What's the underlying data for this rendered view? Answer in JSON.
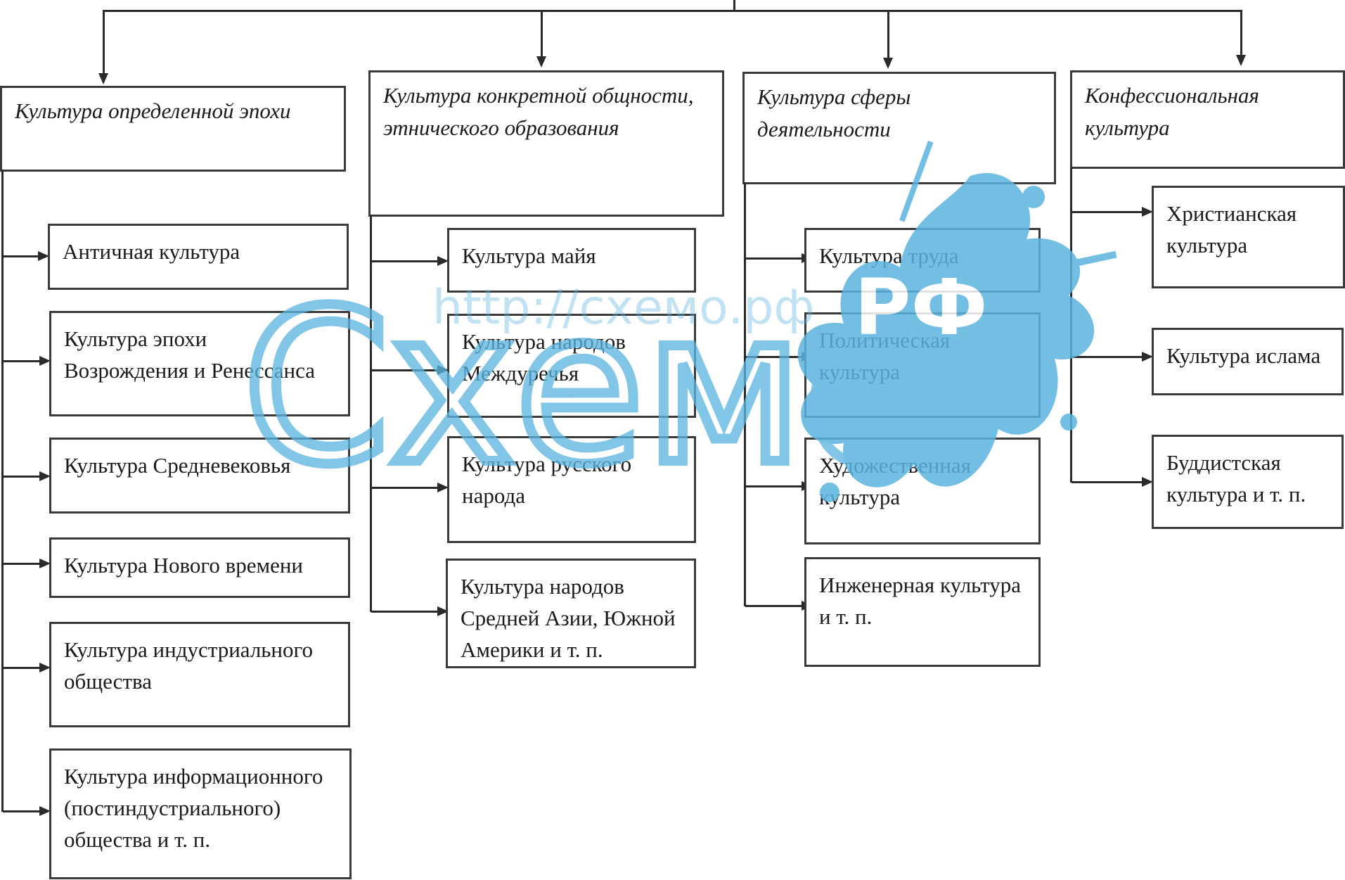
{
  "diagram": {
    "columns": [
      {
        "header": "Культура определенной эпохи",
        "items": [
          "Античная культура",
          "Культура эпохи\nВозрождения и Ренессанса",
          "Культура  Средневековья",
          "Культура  Нового времени",
          "Культура индустриального\nобщества",
          "Культура информационного\n(постиндустриального)\nобщества и т. п."
        ]
      },
      {
        "header": "Культура конкретной общности,\nэтнического образования",
        "items": [
          "Культура майя",
          "Культура народов\nМеждуречья",
          "Культура русского\nнарода",
          "Культура народов\nСредней Азии, Южной\nАмерики и т. п."
        ]
      },
      {
        "header": "Культура сферы\nдеятельности",
        "items": [
          "Культура труда",
          "Политическая\nкультура",
          "Художественная\nкультура",
          "Инженерная культура\nи т. п."
        ]
      },
      {
        "header": "Конфессиональная\nкультура",
        "items": [
          "Христианская\nкультура",
          "Культура ислама",
          "Буддистская\nкультура и т. п."
        ]
      }
    ]
  },
  "watermark": {
    "logo_text": "Схемо",
    "badge_text": "РФ",
    "url_text": "http://схемо.рф",
    "color": "#5bb4e0"
  }
}
